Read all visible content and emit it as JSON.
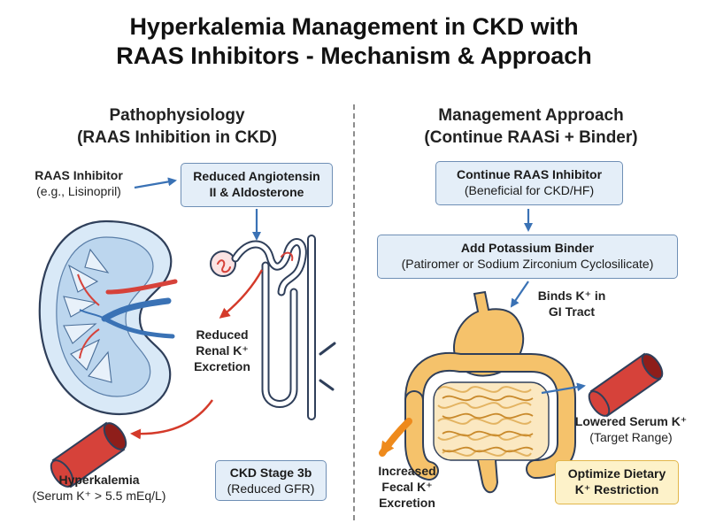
{
  "title": {
    "line1": "Hyperkalemia Management in CKD with",
    "line2": "RAAS Inhibitors - Mechanism & Approach"
  },
  "left": {
    "heading1": "Pathophysiology",
    "heading2": "(RAAS Inhibition in CKD)",
    "raas_inhibitor": {
      "name": "RAAS Inhibitor",
      "example": "(e.g., Lisinopril)"
    },
    "reduced_box": {
      "line1": "Reduced Angiotensin",
      "line2": "II & Aldosterone"
    },
    "reduced_excretion": {
      "line1": "Reduced",
      "line2": "Renal K⁺",
      "line3": "Excretion"
    },
    "hyperkalemia": {
      "name": "Hyperkalemia",
      "detail": "(Serum K⁺ > 5.5 mEq/L)"
    },
    "ckd_box": {
      "line1": "CKD Stage 3b",
      "line2": "(Reduced GFR)"
    }
  },
  "right": {
    "heading1": "Management Approach",
    "heading2": "(Continue RAASi + Binder)",
    "continue_box": {
      "line1": "Continue RAAS Inhibitor",
      "line2": "(Beneficial for CKD/HF)"
    },
    "binder_box": {
      "line1": "Add Potassium Binder",
      "line2": "(Patiromer or Sodium Zirconium Cyclosilicate)"
    },
    "binds": {
      "line1": "Binds K⁺ in",
      "line2": "GI Tract"
    },
    "lowered": {
      "name": "Lowered Serum K⁺",
      "detail": "(Target Range)"
    },
    "fecal": {
      "line1": "Increased",
      "line2": "Fecal K⁺",
      "line3": "Excretion"
    },
    "diet_box": {
      "line1": "Optimize Dietary",
      "line2": "K⁺ Restriction"
    }
  },
  "colors": {
    "arrow_blue": "#3a72b5",
    "arrow_red": "#d43a2a",
    "arrow_orange": "#ee8a1c",
    "vessel_red": "#d6423a",
    "kidney_blue": "#bcd6ee",
    "gut_orange": "#f5c26b",
    "box_blue": "#e4eef8",
    "box_yellow": "#fdf2c9"
  },
  "icons": [
    "kidney-illustration",
    "nephron-illustration",
    "blood-vessel-icon",
    "stomach-intestine-illustration"
  ]
}
